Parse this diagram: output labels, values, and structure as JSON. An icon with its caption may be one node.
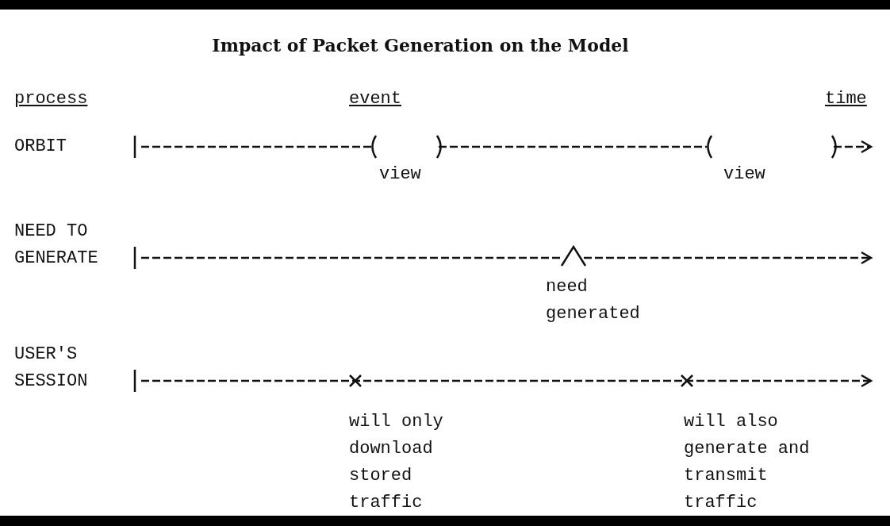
{
  "diagram": {
    "title": "Impact of Packet Generation on the Model",
    "labels": [
      "process",
      "event",
      "time",
      "ORBIT",
      "view",
      "view",
      "NEED TO GENERATE",
      "need generated",
      "USER'S SESSION",
      "will only download stored traffic",
      "will also generate and transmit traffic"
    ]
  }
}
